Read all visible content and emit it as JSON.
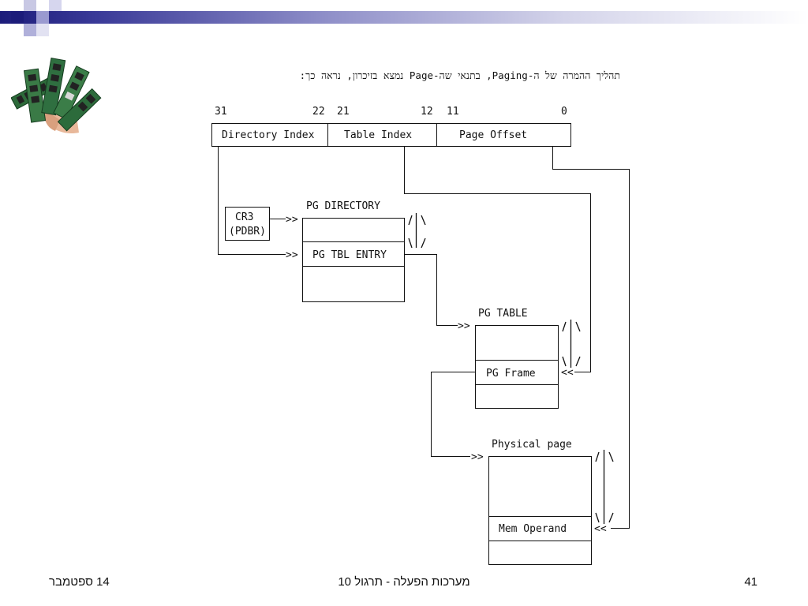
{
  "heading": "תהליך ההמרה של ה-Paging, בתנאי שה-Page נמצא בזיכרון, נראה כך:",
  "bit_labels": {
    "b31": "31",
    "b22": "22",
    "b21": "21",
    "b12": "12",
    "b11": "11",
    "b0": "0"
  },
  "address_fields": {
    "directory_index": "Directory Index",
    "table_index": "Table Index",
    "page_offset": "Page Offset"
  },
  "cr3": {
    "line1": "CR3",
    "line2": "(PDBR)"
  },
  "pg_directory": {
    "title": "PG DIRECTORY",
    "entry": "PG TBL ENTRY"
  },
  "pg_table": {
    "title": "PG TABLE",
    "entry": "PG Frame"
  },
  "physical_page": {
    "title": "Physical page",
    "entry": "Mem Operand"
  },
  "footer": {
    "date": "14 ספטמבר",
    "course": "מערכות הפעלה - תרגול 10",
    "page_number": "41"
  }
}
